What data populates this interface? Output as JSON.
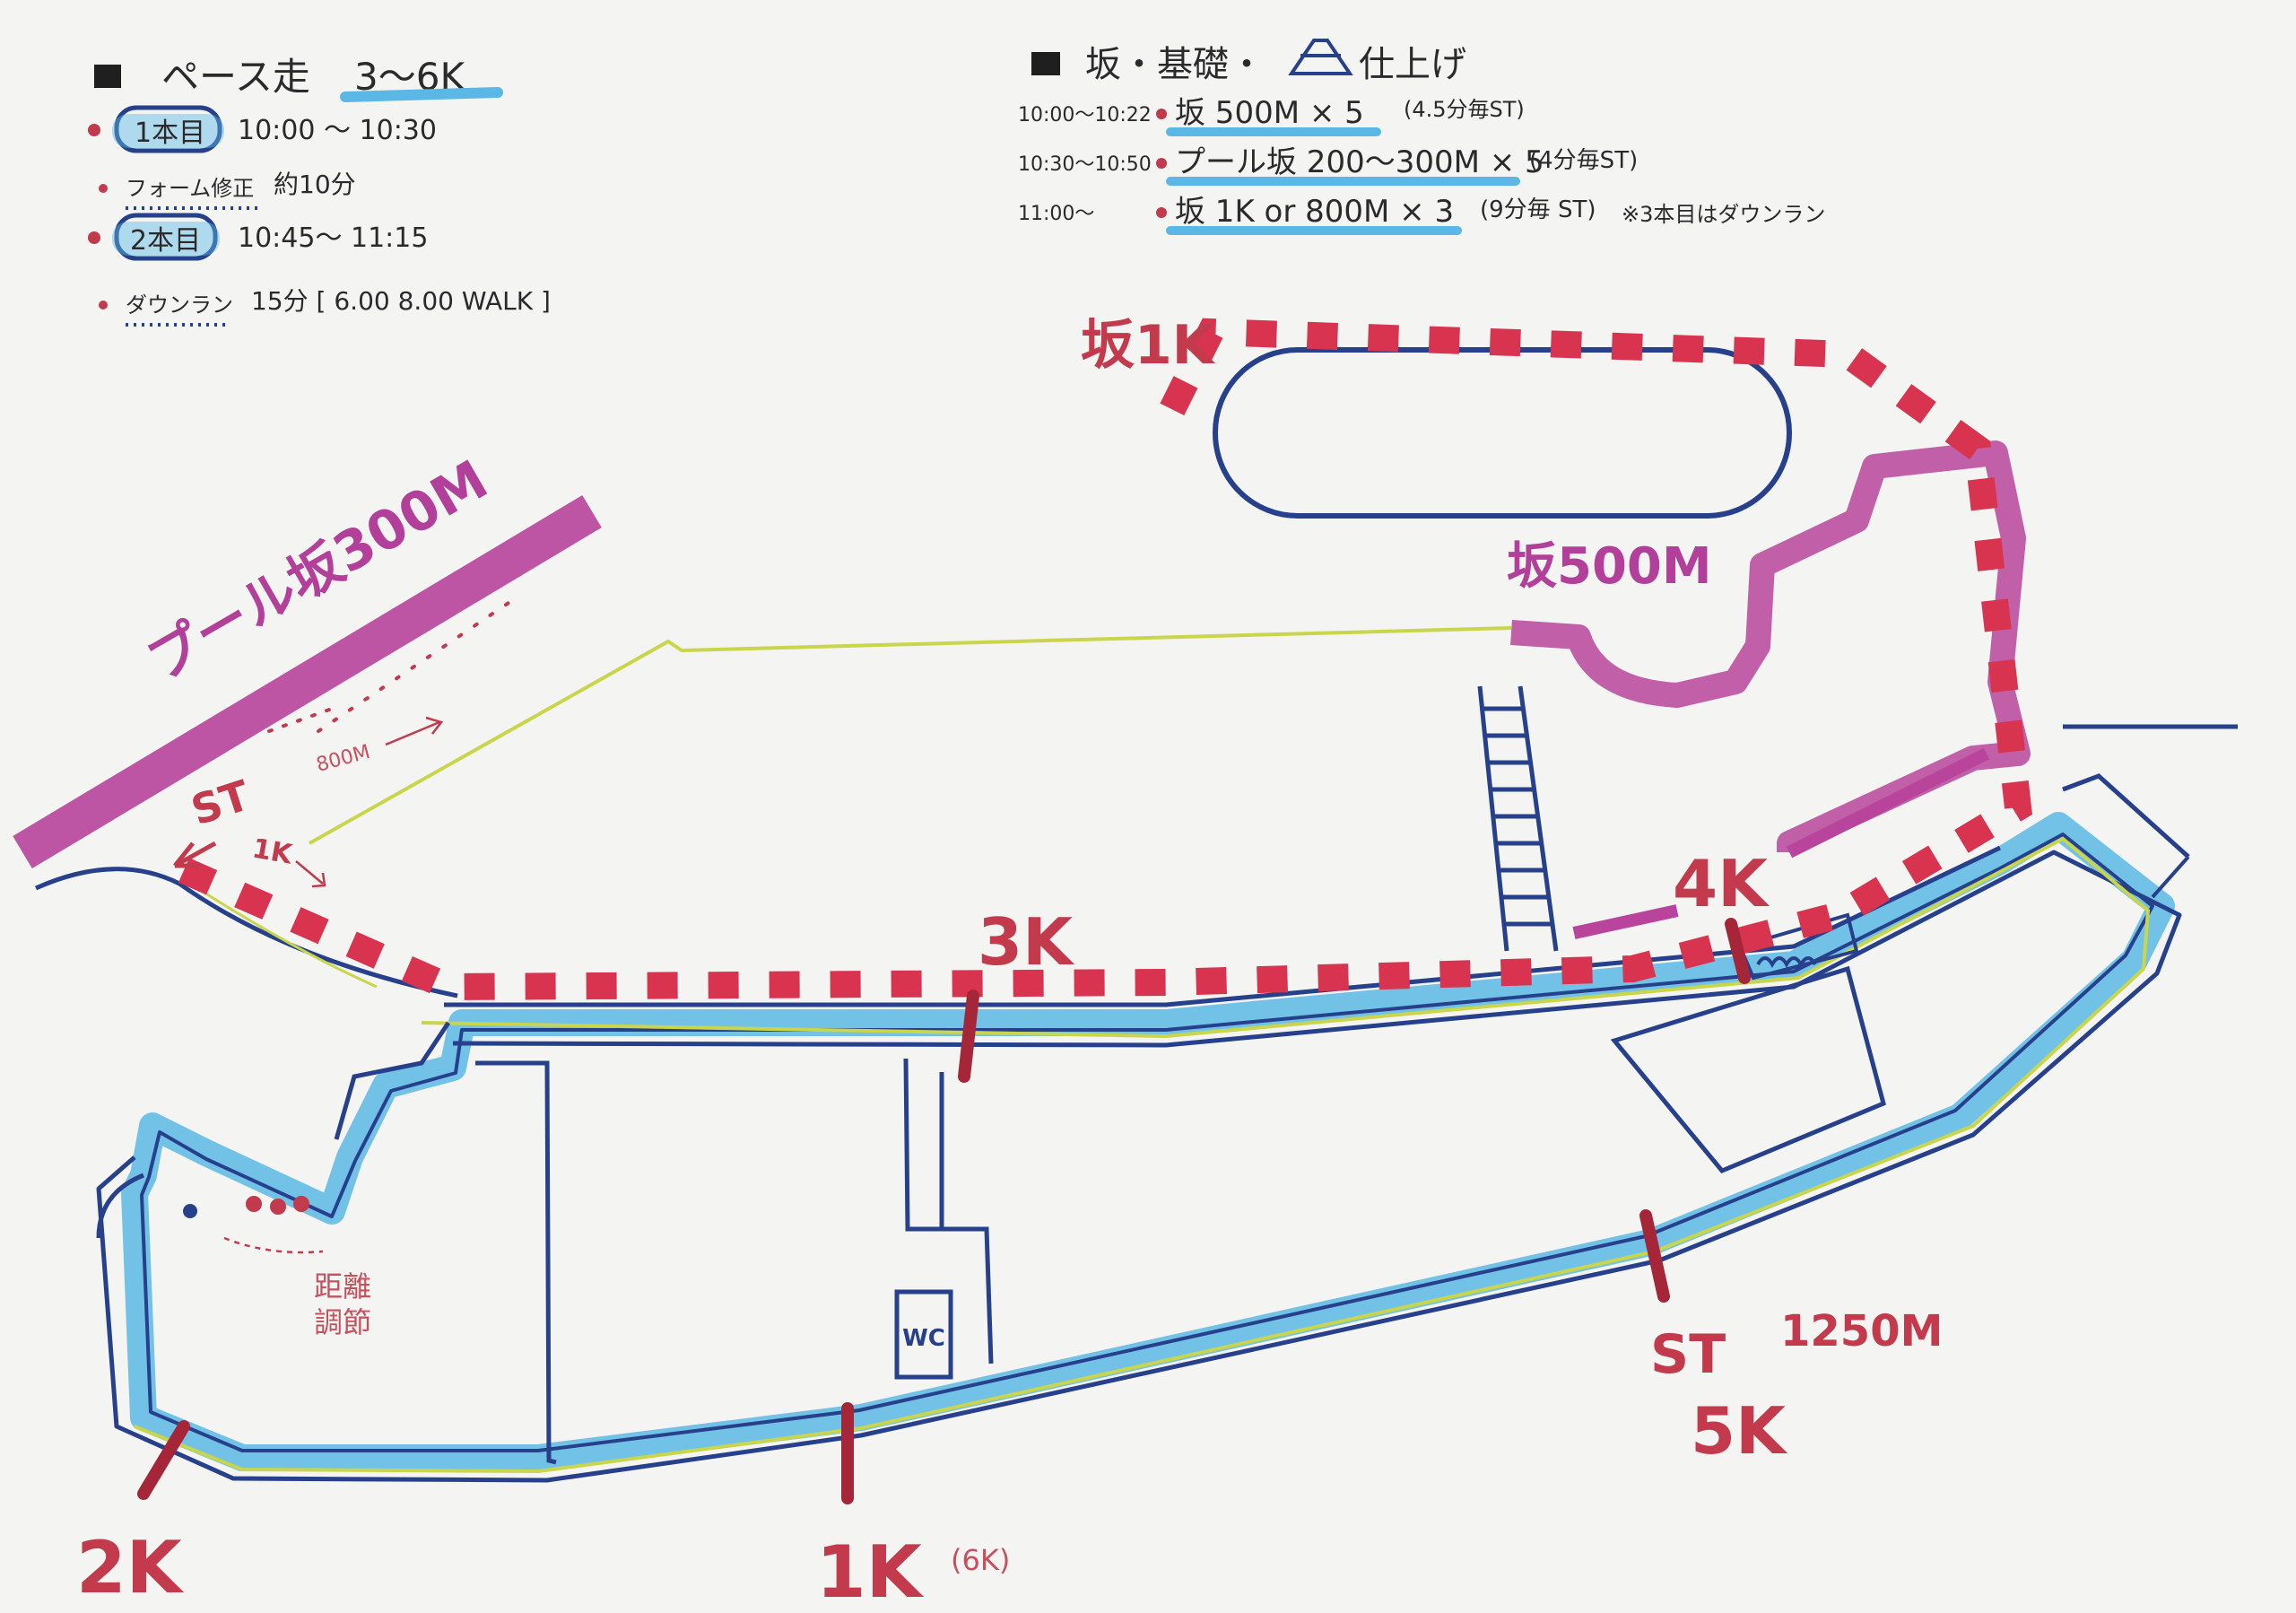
{
  "legend_left": {
    "title": "ペース走",
    "distance": "3〜6K",
    "items": [
      {
        "label": "1本目",
        "value": "10:00 〜 10:30"
      },
      {
        "label": "フォーム修正",
        "value": "約10分"
      },
      {
        "label": "2本目",
        "value": "10:45〜 11:15"
      },
      {
        "label": "ダウンラン",
        "value": "15分 [ 6.00  8.00 WALK ]"
      }
    ]
  },
  "legend_right": {
    "title": "坂・基礎・",
    "title_suffix": "仕上げ",
    "items": [
      {
        "time": "10:00〜10:22",
        "label": "坂 500M × 5",
        "note": "(4.5分毎ST)"
      },
      {
        "time": "10:30〜10:50",
        "label": "プール坂 200〜300M × 5",
        "note": "(4分毎ST)"
      },
      {
        "time": "11:00〜",
        "label": "坂 1K or 800M × 3",
        "note": "(9分毎 ST)",
        "footnote": "※3本目はダウンラン"
      }
    ]
  },
  "map_labels": {
    "pool_hill": "プール坂300M",
    "hill_1k": "坂1K",
    "hill_500m": "坂500M",
    "start_left": "ST",
    "dist_800m": "800M",
    "dist_1k_arrow": "1K",
    "distance_adjust_1": "距離",
    "distance_adjust_2": "調節",
    "wc": "WC",
    "start_right": "ST",
    "dist_1250m": "1250M"
  },
  "markers": {
    "k1": "1K",
    "k1_note": "(6K)",
    "k2": "2K",
    "k3": "3K",
    "k4": "4K",
    "k5": "5K"
  },
  "colors": {
    "course_blue": "#5bb8e6",
    "outline_navy": "#27408b",
    "hill_red": "#d8344f",
    "pool_magenta": "#b8449c",
    "yellow_path": "#c9d54a"
  }
}
